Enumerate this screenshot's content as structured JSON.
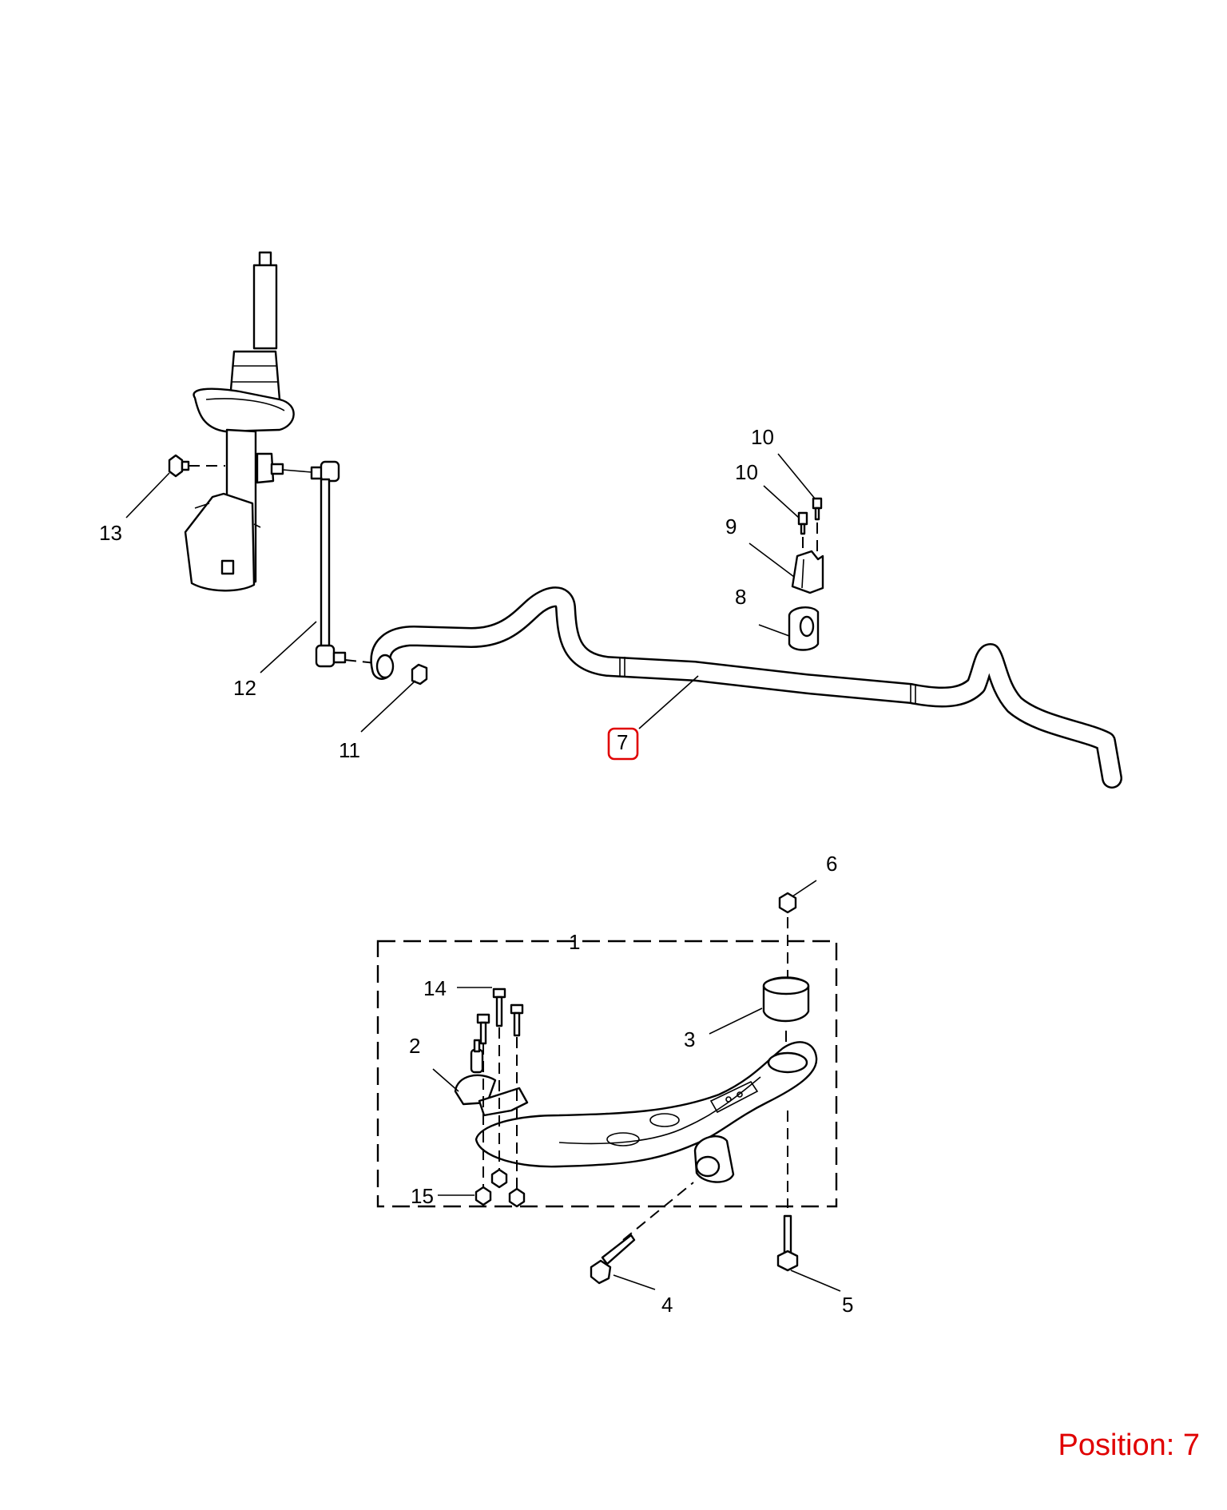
{
  "callouts": {
    "c1": "1",
    "c2": "2",
    "c3": "3",
    "c4": "4",
    "c5": "5",
    "c6": "6",
    "c7": "7",
    "c8": "8",
    "c9": "9",
    "c10a": "10",
    "c10b": "10",
    "c11": "11",
    "c12": "12",
    "c13": "13",
    "c14": "14",
    "c15": "15"
  },
  "highlight": {
    "callout": "7",
    "color": "#e00000"
  },
  "position_label": {
    "text": "Position: 7",
    "color": "#e00000"
  }
}
